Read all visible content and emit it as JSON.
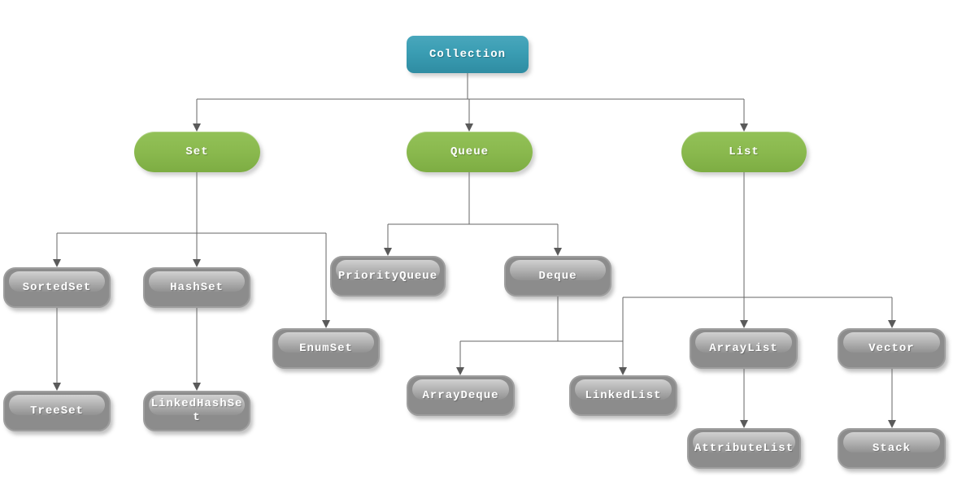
{
  "diagram": {
    "type": "tree",
    "description_visible_root": "Collection",
    "colors": {
      "root_fill": "#3a9db3",
      "branch_fill": "#8ab94e",
      "leaf_fill": "#8c8c8c",
      "connector_line": "#666666",
      "text": "#ffffff"
    }
  },
  "nodes": {
    "collection": {
      "label": "Collection",
      "level": "root"
    },
    "set": {
      "label": "Set",
      "level": "branch"
    },
    "queue": {
      "label": "Queue",
      "level": "branch"
    },
    "list": {
      "label": "List",
      "level": "branch"
    },
    "sortedset": {
      "label": "SortedSet",
      "level": "leaf"
    },
    "hashset": {
      "label": "HashSet",
      "level": "leaf"
    },
    "priorityqueue": {
      "label": "PriorityQueue",
      "level": "leaf"
    },
    "deque": {
      "label": "Deque",
      "level": "leaf"
    },
    "enumset": {
      "label": "EnumSet",
      "level": "leaf"
    },
    "arraylist": {
      "label": "ArrayList",
      "level": "leaf"
    },
    "vector": {
      "label": "Vector",
      "level": "leaf"
    },
    "arraydeque": {
      "label": "ArrayDeque",
      "level": "leaf"
    },
    "linkedlist": {
      "label": "LinkedList",
      "level": "leaf"
    },
    "treeset": {
      "label": "TreeSet",
      "level": "leaf"
    },
    "linkedhashset": {
      "label": "LinkedHashSet",
      "level": "leaf"
    },
    "attributelist": {
      "label": "AttributeList",
      "level": "leaf"
    },
    "stack": {
      "label": "Stack",
      "level": "leaf"
    }
  },
  "edges": [
    {
      "from": "collection",
      "to": "set"
    },
    {
      "from": "collection",
      "to": "queue"
    },
    {
      "from": "collection",
      "to": "list"
    },
    {
      "from": "set",
      "to": "sortedset"
    },
    {
      "from": "set",
      "to": "hashset"
    },
    {
      "from": "set",
      "to": "enumset"
    },
    {
      "from": "queue",
      "to": "priorityqueue"
    },
    {
      "from": "queue",
      "to": "deque"
    },
    {
      "from": "deque",
      "to": "arraydeque"
    },
    {
      "from": "deque",
      "to": "linkedlist"
    },
    {
      "from": "list",
      "to": "linkedlist"
    },
    {
      "from": "list",
      "to": "arraylist"
    },
    {
      "from": "list",
      "to": "vector"
    },
    {
      "from": "sortedset",
      "to": "treeset"
    },
    {
      "from": "hashset",
      "to": "linkedhashset"
    },
    {
      "from": "arraylist",
      "to": "attributelist"
    },
    {
      "from": "vector",
      "to": "stack"
    }
  ]
}
